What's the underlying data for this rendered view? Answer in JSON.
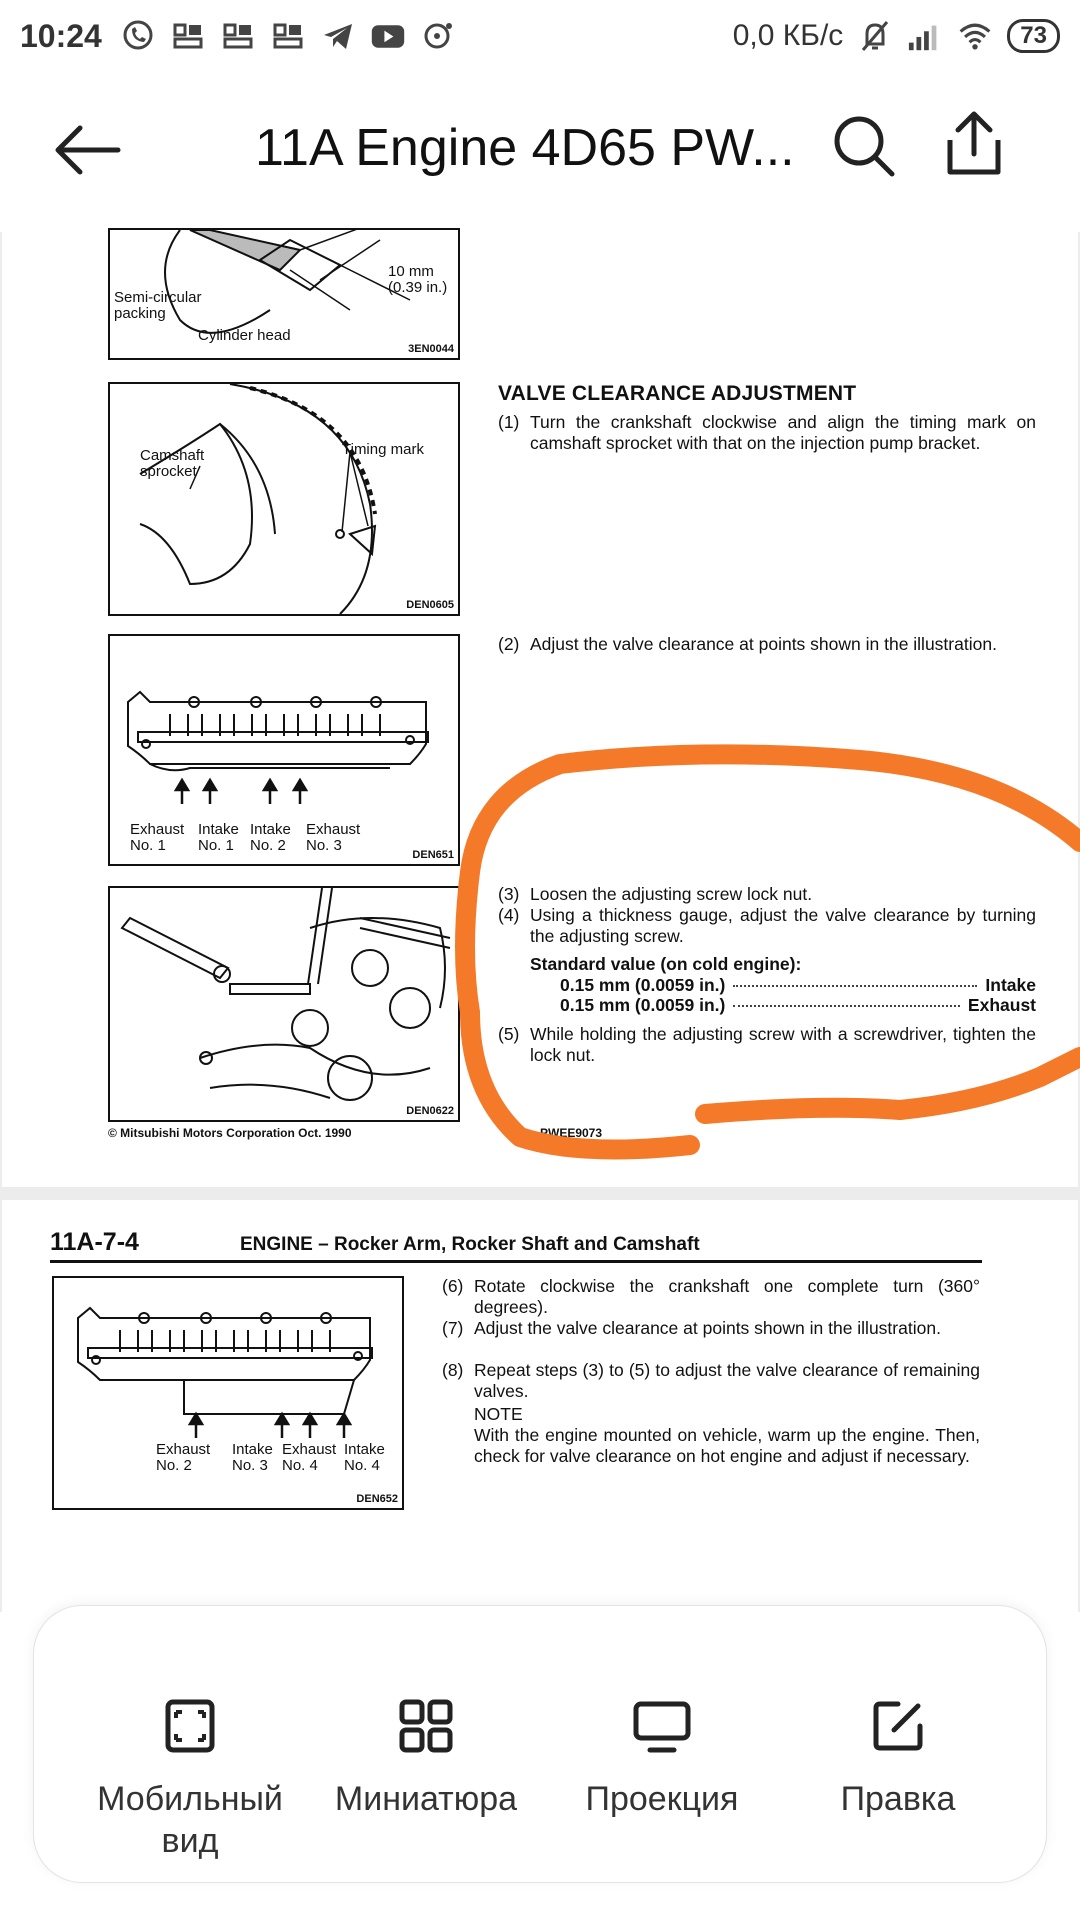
{
  "status_bar": {
    "time": "10:24",
    "network_speed": "0,0 КБ/с",
    "battery": "73",
    "icons_left": [
      "viber-icon",
      "app-icon",
      "app-icon",
      "app-icon",
      "telegram-icon",
      "youtube-icon",
      "chat-icon"
    ],
    "icons_right": [
      "mute-icon",
      "signal-icon",
      "wifi-icon",
      "battery-icon"
    ]
  },
  "app_bar": {
    "title": "11A Engine 4D65 PW..."
  },
  "page1": {
    "fig1": {
      "labels": [
        "Semi-circular",
        "packing",
        "Cylinder head",
        "10 mm",
        "(0.39 in.)"
      ],
      "code": "3EN0044"
    },
    "fig2": {
      "labels": [
        "Camshaft",
        "sprocket",
        "Timing mark"
      ],
      "code": "DEN0605"
    },
    "fig3": {
      "labels": [
        "Exhaust",
        "No. 1",
        "Intake",
        "No. 1",
        "Intake",
        "No. 2",
        "Exhaust",
        "No. 3"
      ],
      "code": "DEN651"
    },
    "fig4": {
      "code": "DEN0622"
    },
    "heading": "VALVE CLEARANCE ADJUSTMENT",
    "steps": [
      {
        "num": "(1)",
        "text": "Turn the crankshaft clockwise and align the timing mark on camshaft sprocket with that on the injection pump bracket."
      },
      {
        "num": "(2)",
        "text": "Adjust the valve clearance at points shown in the illustration."
      },
      {
        "num": "(3)",
        "text": "Loosen the adjusting screw lock nut."
      },
      {
        "num": "(4)",
        "text": "Using a thickness gauge, adjust the valve clearance by turning the adjusting screw."
      },
      {
        "num": "(5)",
        "text": "While holding the adjusting screw with a screwdriver, tighten the lock nut."
      }
    ],
    "standard_value": {
      "heading": "Standard value (on cold engine):",
      "rows": [
        {
          "value": "0.15 mm (0.0059 in.)",
          "label": "Intake"
        },
        {
          "value": "0.15 mm (0.0059 in.)",
          "label": "Exhaust"
        }
      ]
    },
    "copyright": "© Mitsubishi Motors Corporation   Oct. 1990",
    "doc_code": "PWEE9073"
  },
  "page2": {
    "section_number": "11A-7-4",
    "section_title": "ENGINE – Rocker Arm, Rocker Shaft and Camshaft",
    "fig": {
      "labels": [
        "Exhaust",
        "No. 2",
        "Intake",
        "No. 3",
        "Exhaust",
        "No. 4",
        "Intake",
        "No. 4"
      ],
      "code": "DEN652"
    },
    "steps": [
      {
        "num": "(6)",
        "text": "Rotate clockwise the crankshaft one complete turn (360° degrees)."
      },
      {
        "num": "(7)",
        "text": "Adjust the valve clearance at points shown in the illustration."
      },
      {
        "num": "(8)",
        "text": "Repeat steps (3) to (5) to adjust the valve clearance of remaining valves."
      }
    ],
    "note_heading": "NOTE",
    "note_text": "With the engine mounted on vehicle, warm up the engine. Then, check for valve clearance on hot engine and adjust if necessary."
  },
  "annotation": {
    "color": "#f47a2a"
  },
  "bottom_sheet": {
    "actions": [
      {
        "label": "Мобильный вид",
        "icon": "fullscreen-icon"
      },
      {
        "label": "Миниатюра",
        "icon": "grid-icon"
      },
      {
        "label": "Проекция",
        "icon": "monitor-icon"
      },
      {
        "label": "Правка",
        "icon": "edit-icon"
      }
    ]
  }
}
